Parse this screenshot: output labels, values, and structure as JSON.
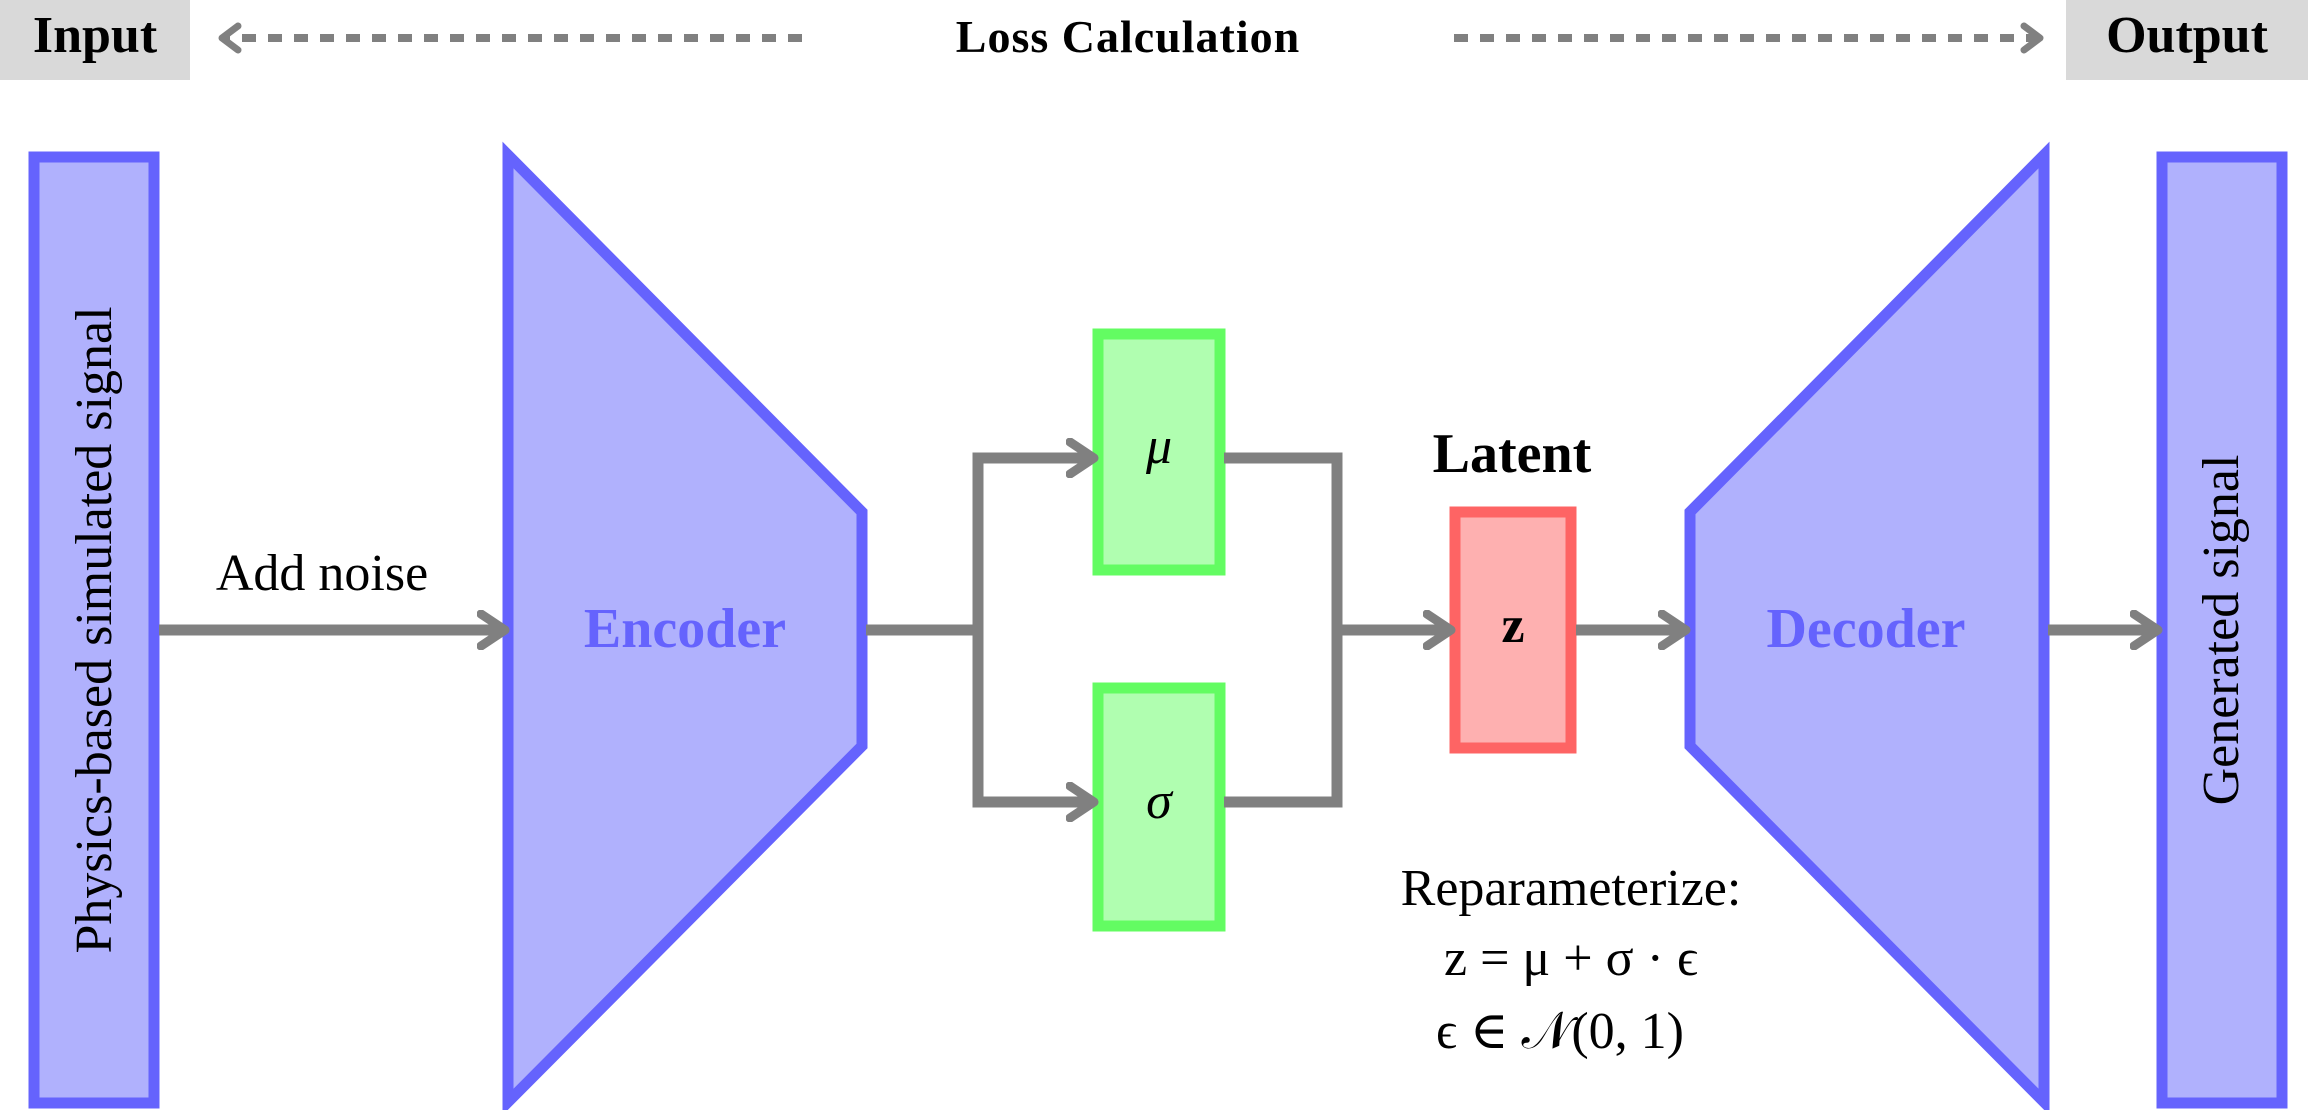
{
  "header": {
    "input_label": "Input",
    "output_label": "Output",
    "loss_label": "Loss Calculation"
  },
  "blocks": {
    "input_signal": "Physics-based simulated signal",
    "output_signal": "Generated signal",
    "encoder": "Encoder",
    "decoder": "Decoder",
    "mu": "μ",
    "sigma": "σ",
    "latent_title": "Latent",
    "latent_z": "z"
  },
  "edges": {
    "add_noise": "Add noise"
  },
  "reparam": {
    "title": "Reparameterize:",
    "eq1": "z = μ + σ · ϵ",
    "eq2": "ϵ ∈ 𝒩(0, 1)"
  },
  "colors": {
    "blue_fill": "#b0b1fd",
    "blue_stroke": "#6563fd",
    "green_fill": "#b0feb0",
    "green_stroke": "#63fc62",
    "red_fill": "#feb0b0",
    "red_stroke": "#fe6464",
    "arrow": "#808080",
    "header_box": "#d9d9d9"
  }
}
